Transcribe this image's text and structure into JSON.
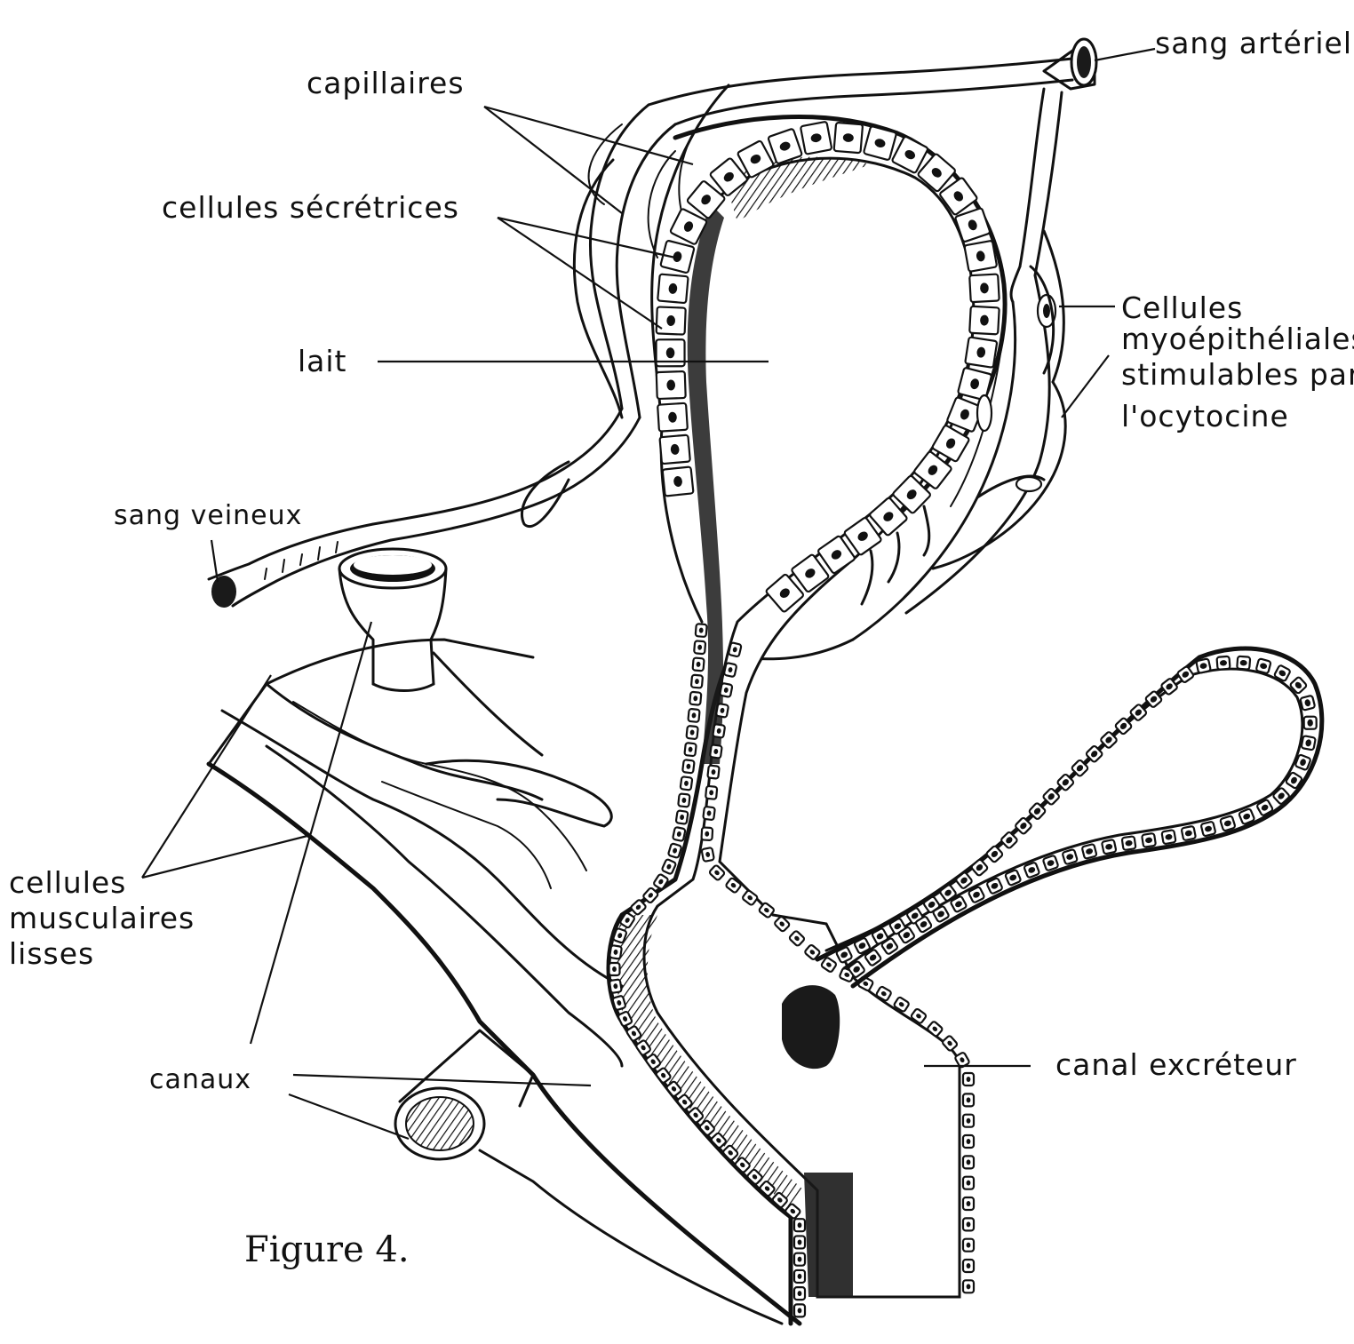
{
  "labels": {
    "capillaires": "capillaires",
    "cellules_secretrices": "cellules sécrétrices",
    "lait": "lait",
    "sang_veineux": "sang veineux",
    "sang_arteriel": "sang artériel",
    "myo_line1": "Cellules",
    "myo_line2": "myoépithéliales",
    "myo_line3": "stimulables par",
    "myo_line4": "l'ocytocine",
    "musc_line1": "cellules",
    "musc_line2": "musculaires",
    "musc_line3": "lisses",
    "canaux": "canaux",
    "canal_excreteur": "canal excréteur"
  },
  "caption": "Figure 4."
}
